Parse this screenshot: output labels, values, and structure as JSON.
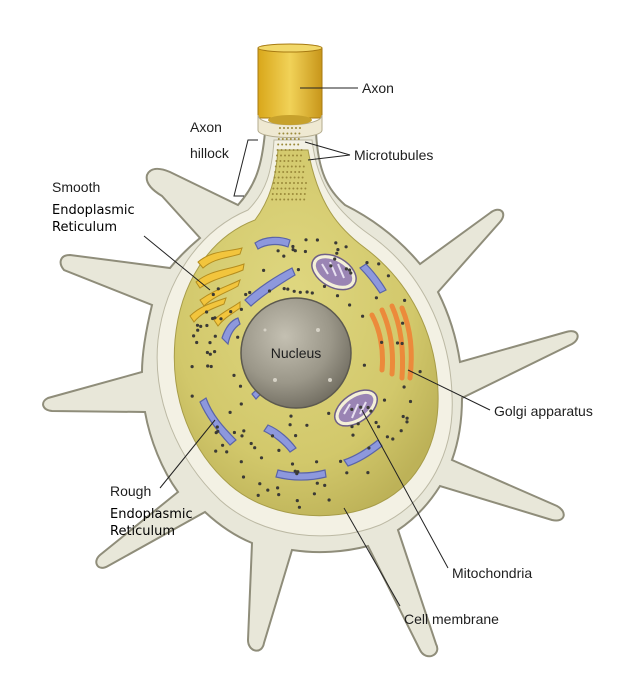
{
  "diagram": {
    "labels": {
      "axon": "Axon",
      "axon_hillock_line1": "Axon",
      "axon_hillock_line2": "hillock",
      "microtubules": "Microtubules",
      "smooth_er_line1": "Smooth",
      "smooth_er_line2": "Endoplasmic",
      "smooth_er_line3": "Reticulum",
      "nucleus": "Nucleus",
      "golgi": "Golgi apparatus",
      "rough_er_line1": "Rough",
      "rough_er_line2": "Endoplasmic",
      "rough_er_line3": "Reticulum",
      "mitochondria": "Mitochondria",
      "cell_membrane": "Cell membrane"
    },
    "colors": {
      "dendrite_fill": "#e8e7d9",
      "dendrite_stroke": "#8f8d7a",
      "membrane": "#f3f1e4",
      "cytoplasm": "#d6cd71",
      "axon": "#e8c231",
      "nucleus": "#9c988a",
      "smooth_er": "#f2c53d",
      "rough_er": "#8d98dd",
      "golgi": "#ec8a3b",
      "mitochondria": "#9a84b4"
    }
  }
}
